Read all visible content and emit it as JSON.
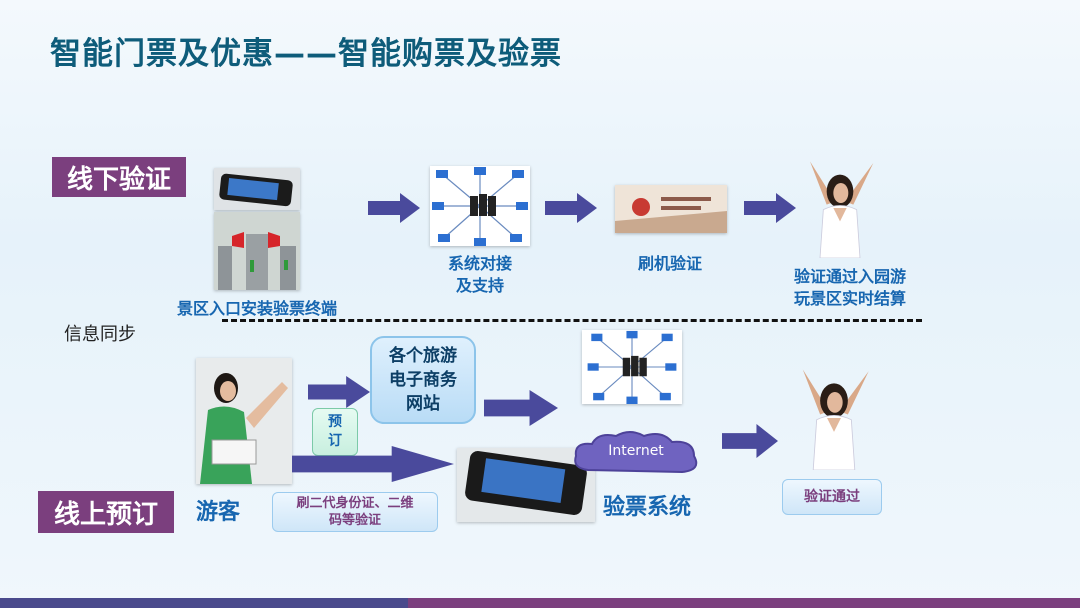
{
  "title": "智能门票及优惠——智能购票及验票",
  "tags": {
    "offline": "线下验证",
    "online": "线上预订"
  },
  "offline": {
    "terminal_label": "景区入口安装验票终端",
    "system_label": [
      "系统对接",
      "及支持"
    ],
    "swipe_label": "刷机验证",
    "result_label": [
      "验证通过入园游",
      "玩景区实时结算"
    ]
  },
  "sync_label": "信息同步",
  "online": {
    "sites_label": [
      "各个旅游",
      "电子商务",
      "网站"
    ],
    "reserve_label": [
      "预",
      "订"
    ],
    "visitor_label": "游客",
    "verify_methods": [
      "刷二代身份证、二维",
      "码等验证"
    ],
    "internet_label": "Internet",
    "ticket_system_label": "验票系统",
    "passed_label": "验证通过"
  },
  "colors": {
    "title": "#0e5c7a",
    "tag_bg": "#7b3f7e",
    "arrow": "#4a4a9c",
    "label": "#1766b0"
  }
}
